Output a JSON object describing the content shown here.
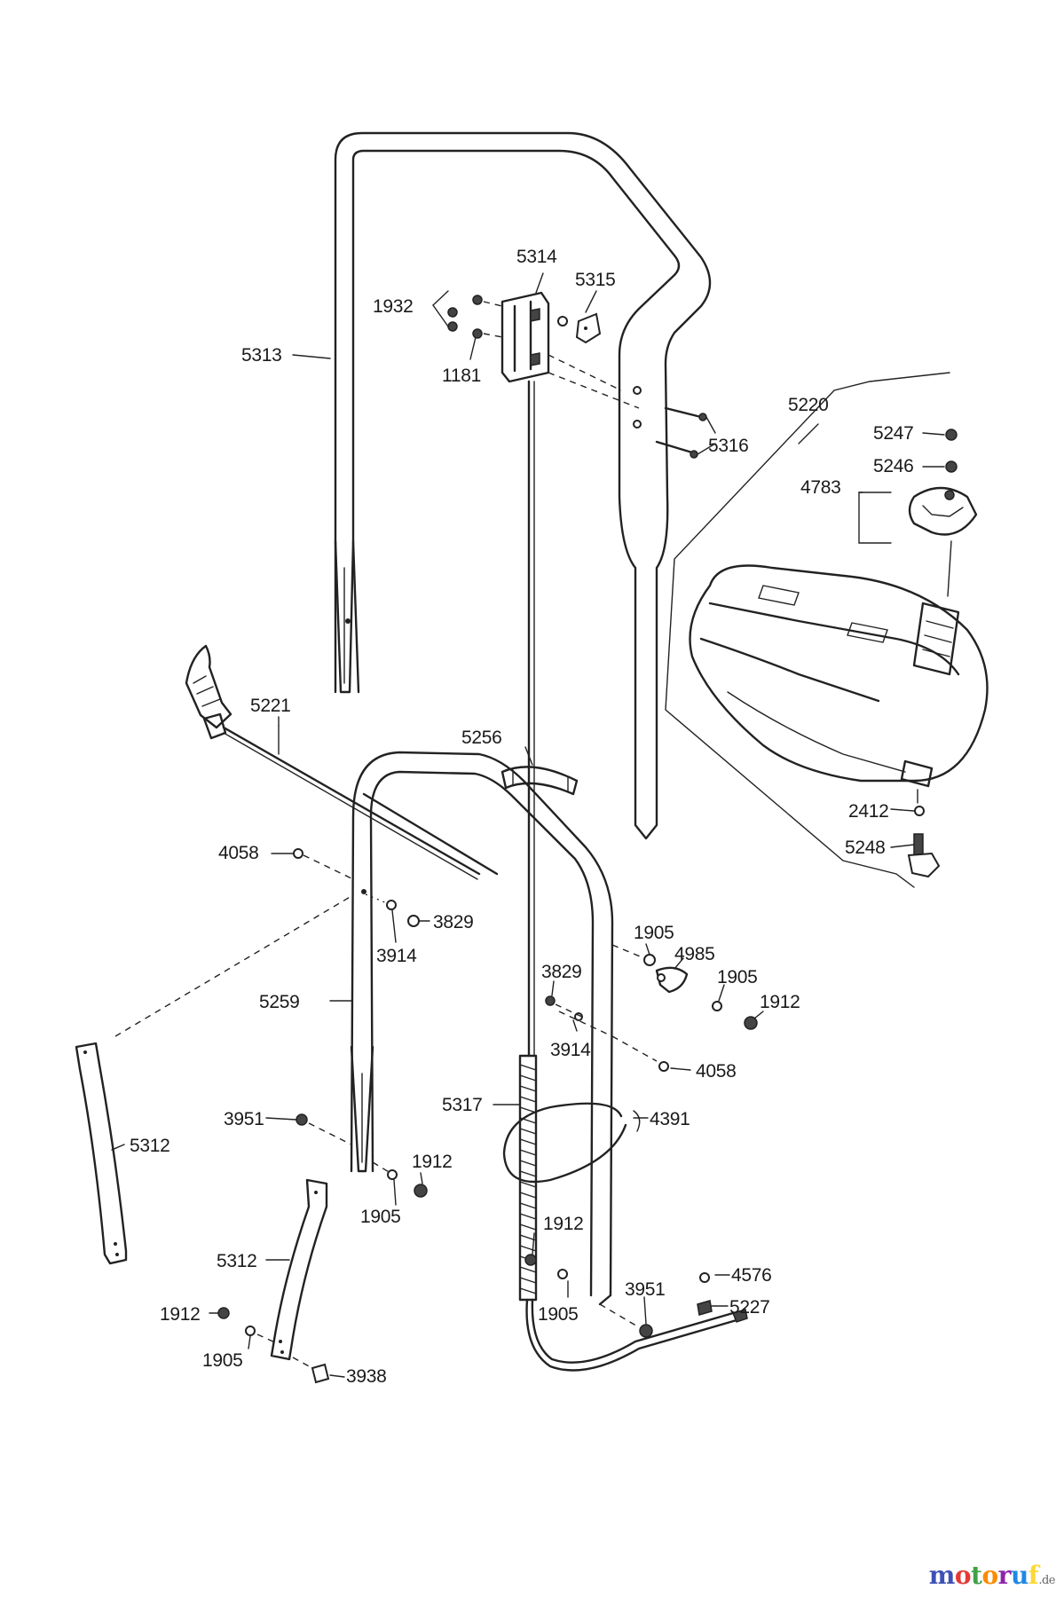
{
  "labels": {
    "l5313": "5313",
    "l5314": "5314",
    "l5315": "5315",
    "l1932": "1932",
    "l1181": "1181",
    "l5316": "5316",
    "l5220": "5220",
    "l5247": "5247",
    "l5246": "5246",
    "l4783": "4783",
    "l5221": "5221",
    "l5256": "5256",
    "l4058a": "4058",
    "l3829a": "3829",
    "l3914a": "3914",
    "l2412": "2412",
    "l5248": "5248",
    "l1905a": "1905",
    "l4985": "4985",
    "l1905b": "1905",
    "l1912a": "1912",
    "l3829b": "3829",
    "l5259": "5259",
    "l3914b": "3914",
    "l4058b": "4058",
    "l5317": "5317",
    "l4391": "4391",
    "l3951a": "3951",
    "l5312a": "5312",
    "l1912b": "1912",
    "l1905c": "1905",
    "l1912c": "1912",
    "l4576": "4576",
    "l3951b": "3951",
    "l5227": "5227",
    "l1905d": "1905",
    "l5312b": "5312",
    "l1912d": "1912",
    "l1905e": "1905",
    "l3938": "3938"
  },
  "watermark": {
    "brand": "motoruf",
    "suffix": ".de",
    "colors": [
      "#3f51b5",
      "#e53935",
      "#43a047",
      "#fb8c00",
      "#8e24aa",
      "#1e88e5",
      "#fdd835"
    ]
  }
}
